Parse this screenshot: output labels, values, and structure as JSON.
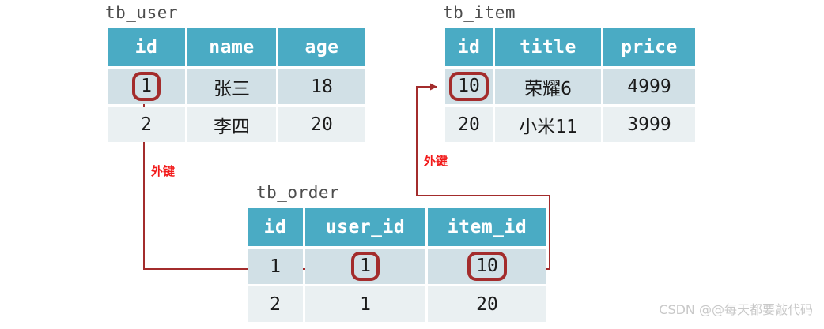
{
  "diagram": {
    "title_color": "#4d4d4d",
    "header_color": "#4aabc4",
    "row_a_color": "#d1e0e6",
    "row_b_color": "#eaf0f2",
    "connector_color": "#a32c2c",
    "label_color": "#f21919"
  },
  "tables": {
    "user": {
      "title": "tb_user",
      "columns": [
        "id",
        "name",
        "age"
      ],
      "rows": [
        [
          "1",
          "张三",
          "18"
        ],
        [
          "2",
          "李四",
          "20"
        ]
      ]
    },
    "item": {
      "title": "tb_item",
      "columns": [
        "id",
        "title",
        "price"
      ],
      "rows": [
        [
          "10",
          "荣耀6",
          "4999"
        ],
        [
          "20",
          "小米11",
          "3999"
        ]
      ]
    },
    "order": {
      "title": "tb_order",
      "columns": [
        "id",
        "user_id",
        "item_id"
      ],
      "rows": [
        [
          "1",
          "1",
          "10"
        ],
        [
          "2",
          "1",
          "20"
        ]
      ]
    }
  },
  "annotations": {
    "fk_user_label": "外键",
    "fk_item_label": "外键"
  },
  "watermark": {
    "text": "CSDN @@每天都要敲代码"
  }
}
